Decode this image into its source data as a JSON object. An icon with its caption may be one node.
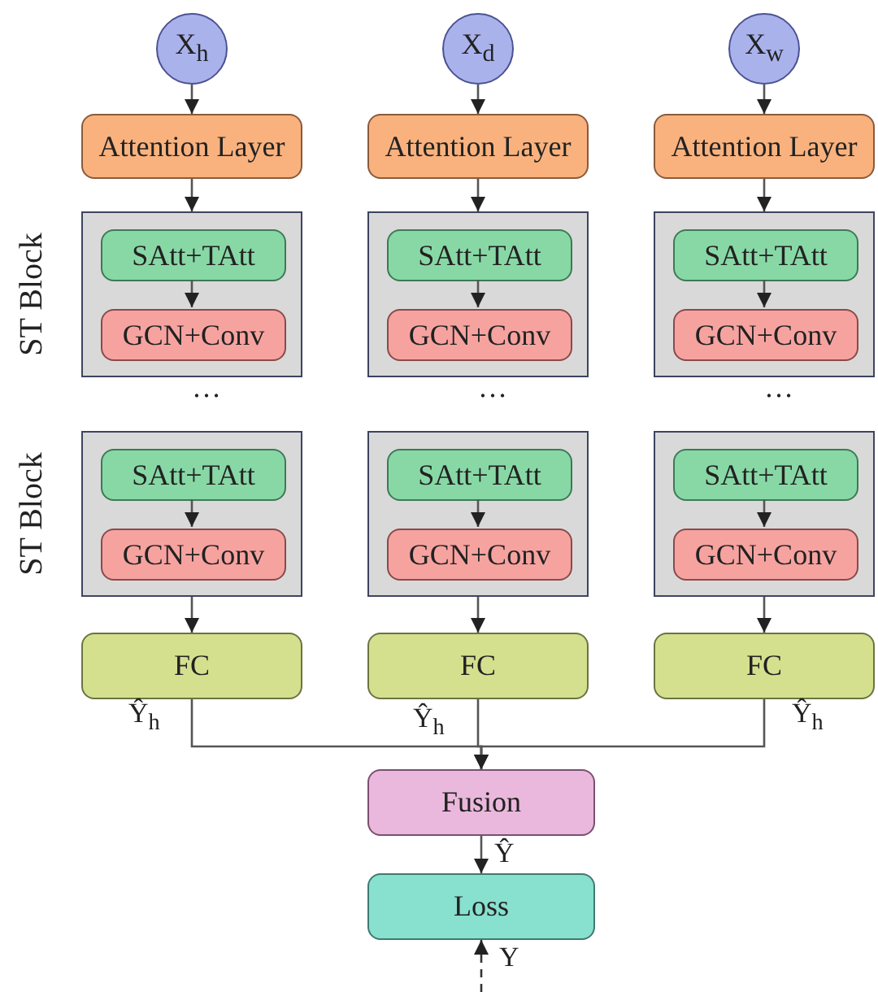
{
  "diagram": {
    "nodes": [
      {
        "text": [
          "X$_{h}$"
        ]
      },
      {
        "text": [
          "X$_{d}$"
        ]
      },
      {
        "text": [
          "X$_{w}$"
        ]
      },
      {
        "text": [
          "Attention Layer"
        ]
      },
      {
        "text": [
          "Attention Layer"
        ]
      },
      {
        "text": [
          "Attention Layer"
        ]
      },
      {
        "text": [],
        "shape": "box"
      },
      {
        "text": [
          "SAtt+TAtt"
        ],
        "in": 6
      },
      {
        "text": [
          "GCN+Conv"
        ],
        "in": 6
      },
      {
        "text": [],
        "shape": "box"
      },
      {
        "text": [
          "SAtt+TAtt"
        ],
        "in": 9
      },
      {
        "text": [
          "GCN+Conv"
        ],
        "in": 9
      },
      {
        "text": [],
        "shape": "box"
      },
      {
        "text": [
          "SAtt+TAtt"
        ],
        "in": 12
      },
      {
        "text": [
          "GCN+Conv"
        ],
        "in": 12
      },
      {
        "text": [],
        "shape": "box"
      },
      {
        "text": [
          "SAtt+TAtt"
        ],
        "in": 15
      },
      {
        "text": [
          "GCN+Conv"
        ],
        "in": 15
      },
      {
        "text": [],
        "shape": "box"
      },
      {
        "text": [
          "SAtt+TAtt"
        ],
        "in": 18
      },
      {
        "text": [
          "GCN+Conv"
        ],
        "in": 18
      },
      {
        "text": [],
        "shape": "box"
      },
      {
        "text": [
          "SAtt+TAtt"
        ],
        "in": 21
      },
      {
        "text": [
          "GCN+Conv"
        ],
        "in": 21
      },
      {
        "text": [
          "FC"
        ]
      },
      {
        "text": [
          "FC"
        ]
      },
      {
        "text": [
          "FC"
        ]
      },
      {
        "text": [
          "Fusion"
        ]
      },
      {
        "text": [
          "Loss"
        ]
      }
    ],
    "edges": [
      {
        "from": 0,
        "to": 3,
        "arrow": "to"
      },
      {
        "from": 1,
        "to": 4,
        "arrow": "to"
      },
      {
        "from": 2,
        "to": 5,
        "arrow": "to"
      },
      {
        "from": 3,
        "to": 6,
        "arrow": "to"
      },
      {
        "from": 4,
        "to": 9,
        "arrow": "to"
      },
      {
        "from": 5,
        "to": 12,
        "arrow": "to"
      },
      {
        "from": 7,
        "to": 8,
        "arrow": "to"
      },
      {
        "from": 10,
        "to": 11,
        "arrow": "to"
      },
      {
        "from": 13,
        "to": 14,
        "arrow": "to"
      },
      {
        "from": 16,
        "to": 17,
        "arrow": "to"
      },
      {
        "from": 19,
        "to": 20,
        "arrow": "to"
      },
      {
        "from": 22,
        "to": 23,
        "arrow": "to"
      },
      {
        "from": 15,
        "to": 24,
        "arrow": "to"
      },
      {
        "from": 18,
        "to": 25,
        "arrow": "to"
      },
      {
        "from": 21,
        "to": 26,
        "arrow": "to"
      },
      {
        "from": 24,
        "to": 27,
        "arrow": "to",
        "label": "Ŷ$_{h}$"
      },
      {
        "from": 25,
        "to": 27,
        "arrow": "to",
        "label": "Ŷ$_{h}$"
      },
      {
        "from": 26,
        "to": 27,
        "arrow": "to",
        "label": "Ŷ$_{h}$"
      },
      {
        "from": 27,
        "to": 28,
        "arrow": "to",
        "label": "Ŷ"
      },
      {
        "from": null,
        "to": 28,
        "arrow": "to",
        "label": "Y",
        "style": "dashed"
      }
    ],
    "labels": [
      "ST Block",
      "…",
      "…",
      "…",
      "ST Block"
    ]
  }
}
